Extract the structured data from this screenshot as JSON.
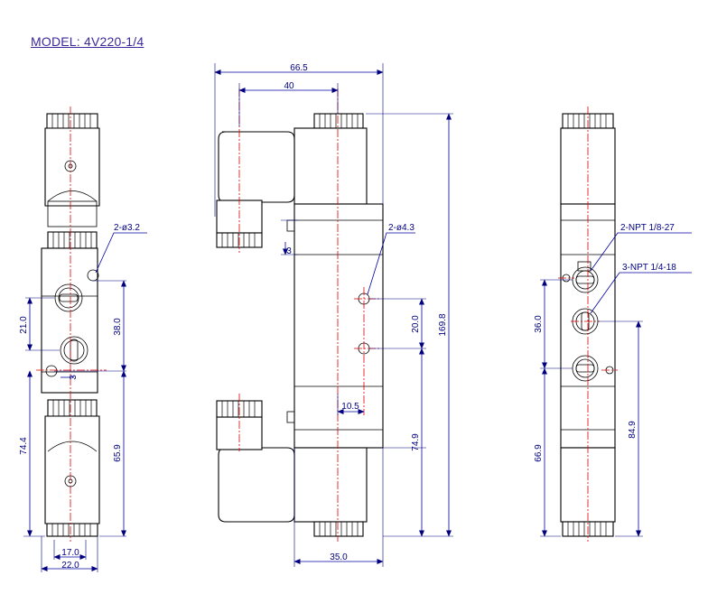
{
  "model": {
    "title": "MODEL: 4V220-1/4"
  },
  "side_view": {
    "hole_label": "2-ø3.2",
    "dims": {
      "d21": "21.0",
      "d38": "38.0",
      "d3": "3",
      "d74_4": "74.4",
      "d65_9": "65.9",
      "d17": "17.0",
      "d22": "22.0"
    }
  },
  "front_view": {
    "hole_label": "2-ø4.3",
    "dims": {
      "d66_5": "66.5",
      "d40": "40",
      "d3": "3",
      "d20": "20.0",
      "d10_5": "10.5",
      "d74_9": "74.9",
      "d169_8": "169.8",
      "d35": "35.0"
    }
  },
  "port_view": {
    "port_label_1": "2-NPT 1/8-27",
    "port_label_2": "3-NPT 1/4-18",
    "dims": {
      "d36": "36.0",
      "d66_9": "66.9",
      "d84_9": "84.9"
    }
  },
  "colors": {
    "title": "#3a2a9c",
    "dimension": "#000080",
    "centerline": "#e00000",
    "outline": "#000000"
  }
}
